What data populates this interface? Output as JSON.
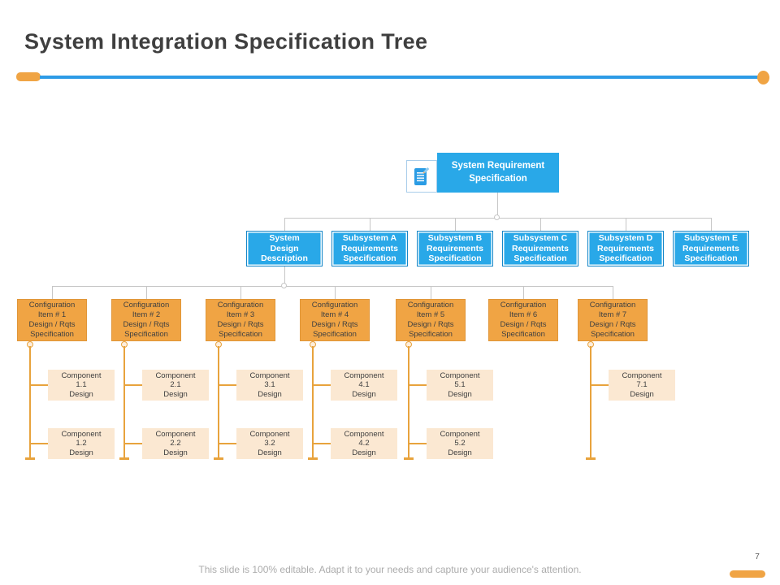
{
  "slide": {
    "title": "System Integration Specification Tree",
    "footer": "This slide is 100% editable. Adapt it to your needs and capture your audience's attention.",
    "page_number": "7"
  },
  "colors": {
    "blue": "#29a8e8",
    "divider-blue": "#2d9be6",
    "orange": "#f0a444",
    "orange-line": "#e8a33d",
    "cream": "#fbe8d2",
    "text-dark": "#404040",
    "gray-line": "#c6c6c6",
    "footer-gray": "#acacac"
  },
  "tree": {
    "root": {
      "label": "System Requirement\nSpecification",
      "icon": "document-pencil-icon"
    },
    "level2": [
      {
        "label": "System\nDesign\nDescription"
      },
      {
        "label": "Subsystem A\nRequirements\nSpecification"
      },
      {
        "label": "Subsystem B\nRequirements\nSpecification"
      },
      {
        "label": "Subsystem C\nRequirements\nSpecification"
      },
      {
        "label": "Subsystem D\nRequirements\nSpecification"
      },
      {
        "label": "Subsystem E\nRequirements\nSpecification"
      }
    ],
    "items": [
      {
        "label": "Configuration\nItem # 1\nDesign / Rqts\nSpecification",
        "components": [
          {
            "label": "Component\n1.1\nDesign"
          },
          {
            "label": "Component\n1.2\nDesign"
          }
        ]
      },
      {
        "label": "Configuration\nItem # 2\nDesign / Rqts\nSpecification",
        "components": [
          {
            "label": "Component\n2.1\nDesign"
          },
          {
            "label": "Component\n2.2\nDesign"
          }
        ]
      },
      {
        "label": "Configuration\nItem # 3\nDesign / Rqts\nSpecification",
        "components": [
          {
            "label": "Component\n3.1\nDesign"
          },
          {
            "label": "Component\n3.2\nDesign"
          }
        ]
      },
      {
        "label": "Configuration\nItem # 4\nDesign / Rqts\nSpecification",
        "components": [
          {
            "label": "Component\n4.1\nDesign"
          },
          {
            "label": "Component\n4.2\nDesign"
          }
        ]
      },
      {
        "label": "Configuration\nItem # 5\nDesign / Rqts\nSpecification",
        "components": [
          {
            "label": "Component\n5.1\nDesign"
          },
          {
            "label": "Component\n5.2\nDesign"
          }
        ]
      },
      {
        "label": "Configuration\nItem # 6\nDesign / Rqts\nSpecification",
        "components": []
      },
      {
        "label": "Configuration\nItem # 7\nDesign / Rqts\nSpecification",
        "components": [
          {
            "label": "Component\n7.1\nDesign"
          }
        ]
      }
    ]
  }
}
